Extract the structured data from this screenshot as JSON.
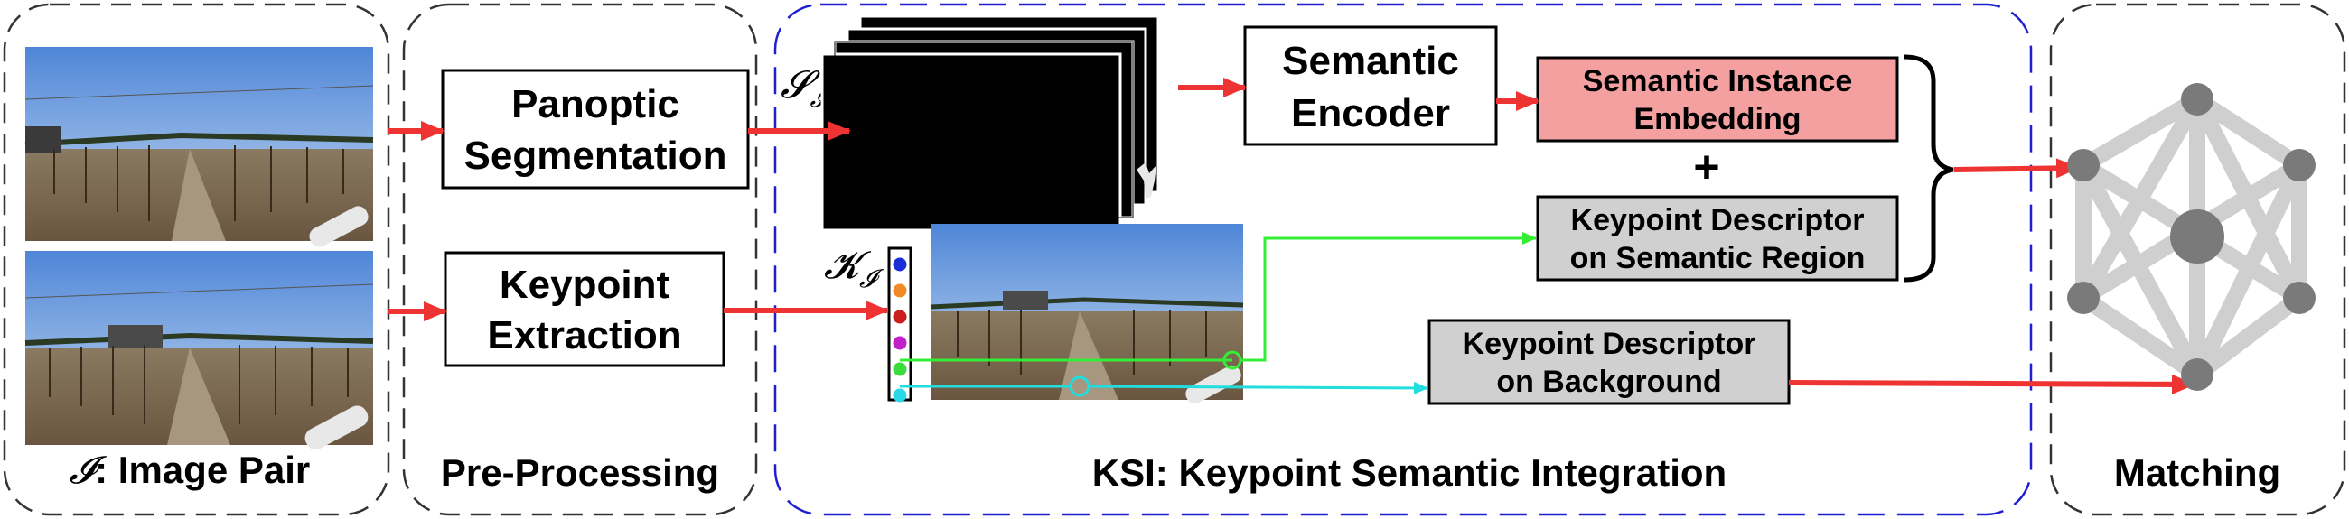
{
  "sections": {
    "image_pair": {
      "symbol": "𝓘",
      "label": ": Image Pair"
    },
    "pre_processing": {
      "label": "Pre-Processing"
    },
    "ksi": {
      "label": "KSI: Keypoint Semantic Integration"
    },
    "matching": {
      "label": "Matching"
    }
  },
  "boxes": {
    "panoptic": {
      "line1": "Panoptic",
      "line2": "Segmentation"
    },
    "keypoint_extraction": {
      "line1": "Keypoint",
      "line2": "Extraction"
    },
    "semantic_encoder": {
      "line1": "Semantic",
      "line2": "Encoder"
    },
    "semantic_instance_embedding": {
      "line1": "Semantic Instance",
      "line2": "Embedding"
    },
    "plus": "+",
    "kp_desc_semantic": {
      "line1": "Keypoint  Descriptor",
      "line2": "on Semantic Region"
    },
    "kp_desc_background": {
      "line1": "Keypoint Descriptor",
      "line2": "on Background"
    }
  },
  "symbols": {
    "segmentation_set": "𝓢",
    "keypoint_set": "𝓚",
    "subscript": "𝓘"
  },
  "keypoint_colors": [
    "#1a2fd6",
    "#f08a24",
    "#c81e1e",
    "#c021c8",
    "#3ddc3d",
    "#2ad8e8"
  ],
  "colors": {
    "arrow_red": "#ee3333",
    "arrow_green": "#33ee33",
    "arrow_cyan": "#22dddd",
    "ksi_border": "#1f1fd0",
    "embedding_fill": "#f4a0a0",
    "descriptor_fill": "#d0d0d0",
    "graph_node": "#7a7a7a",
    "graph_edge": "#cfcfcf"
  }
}
